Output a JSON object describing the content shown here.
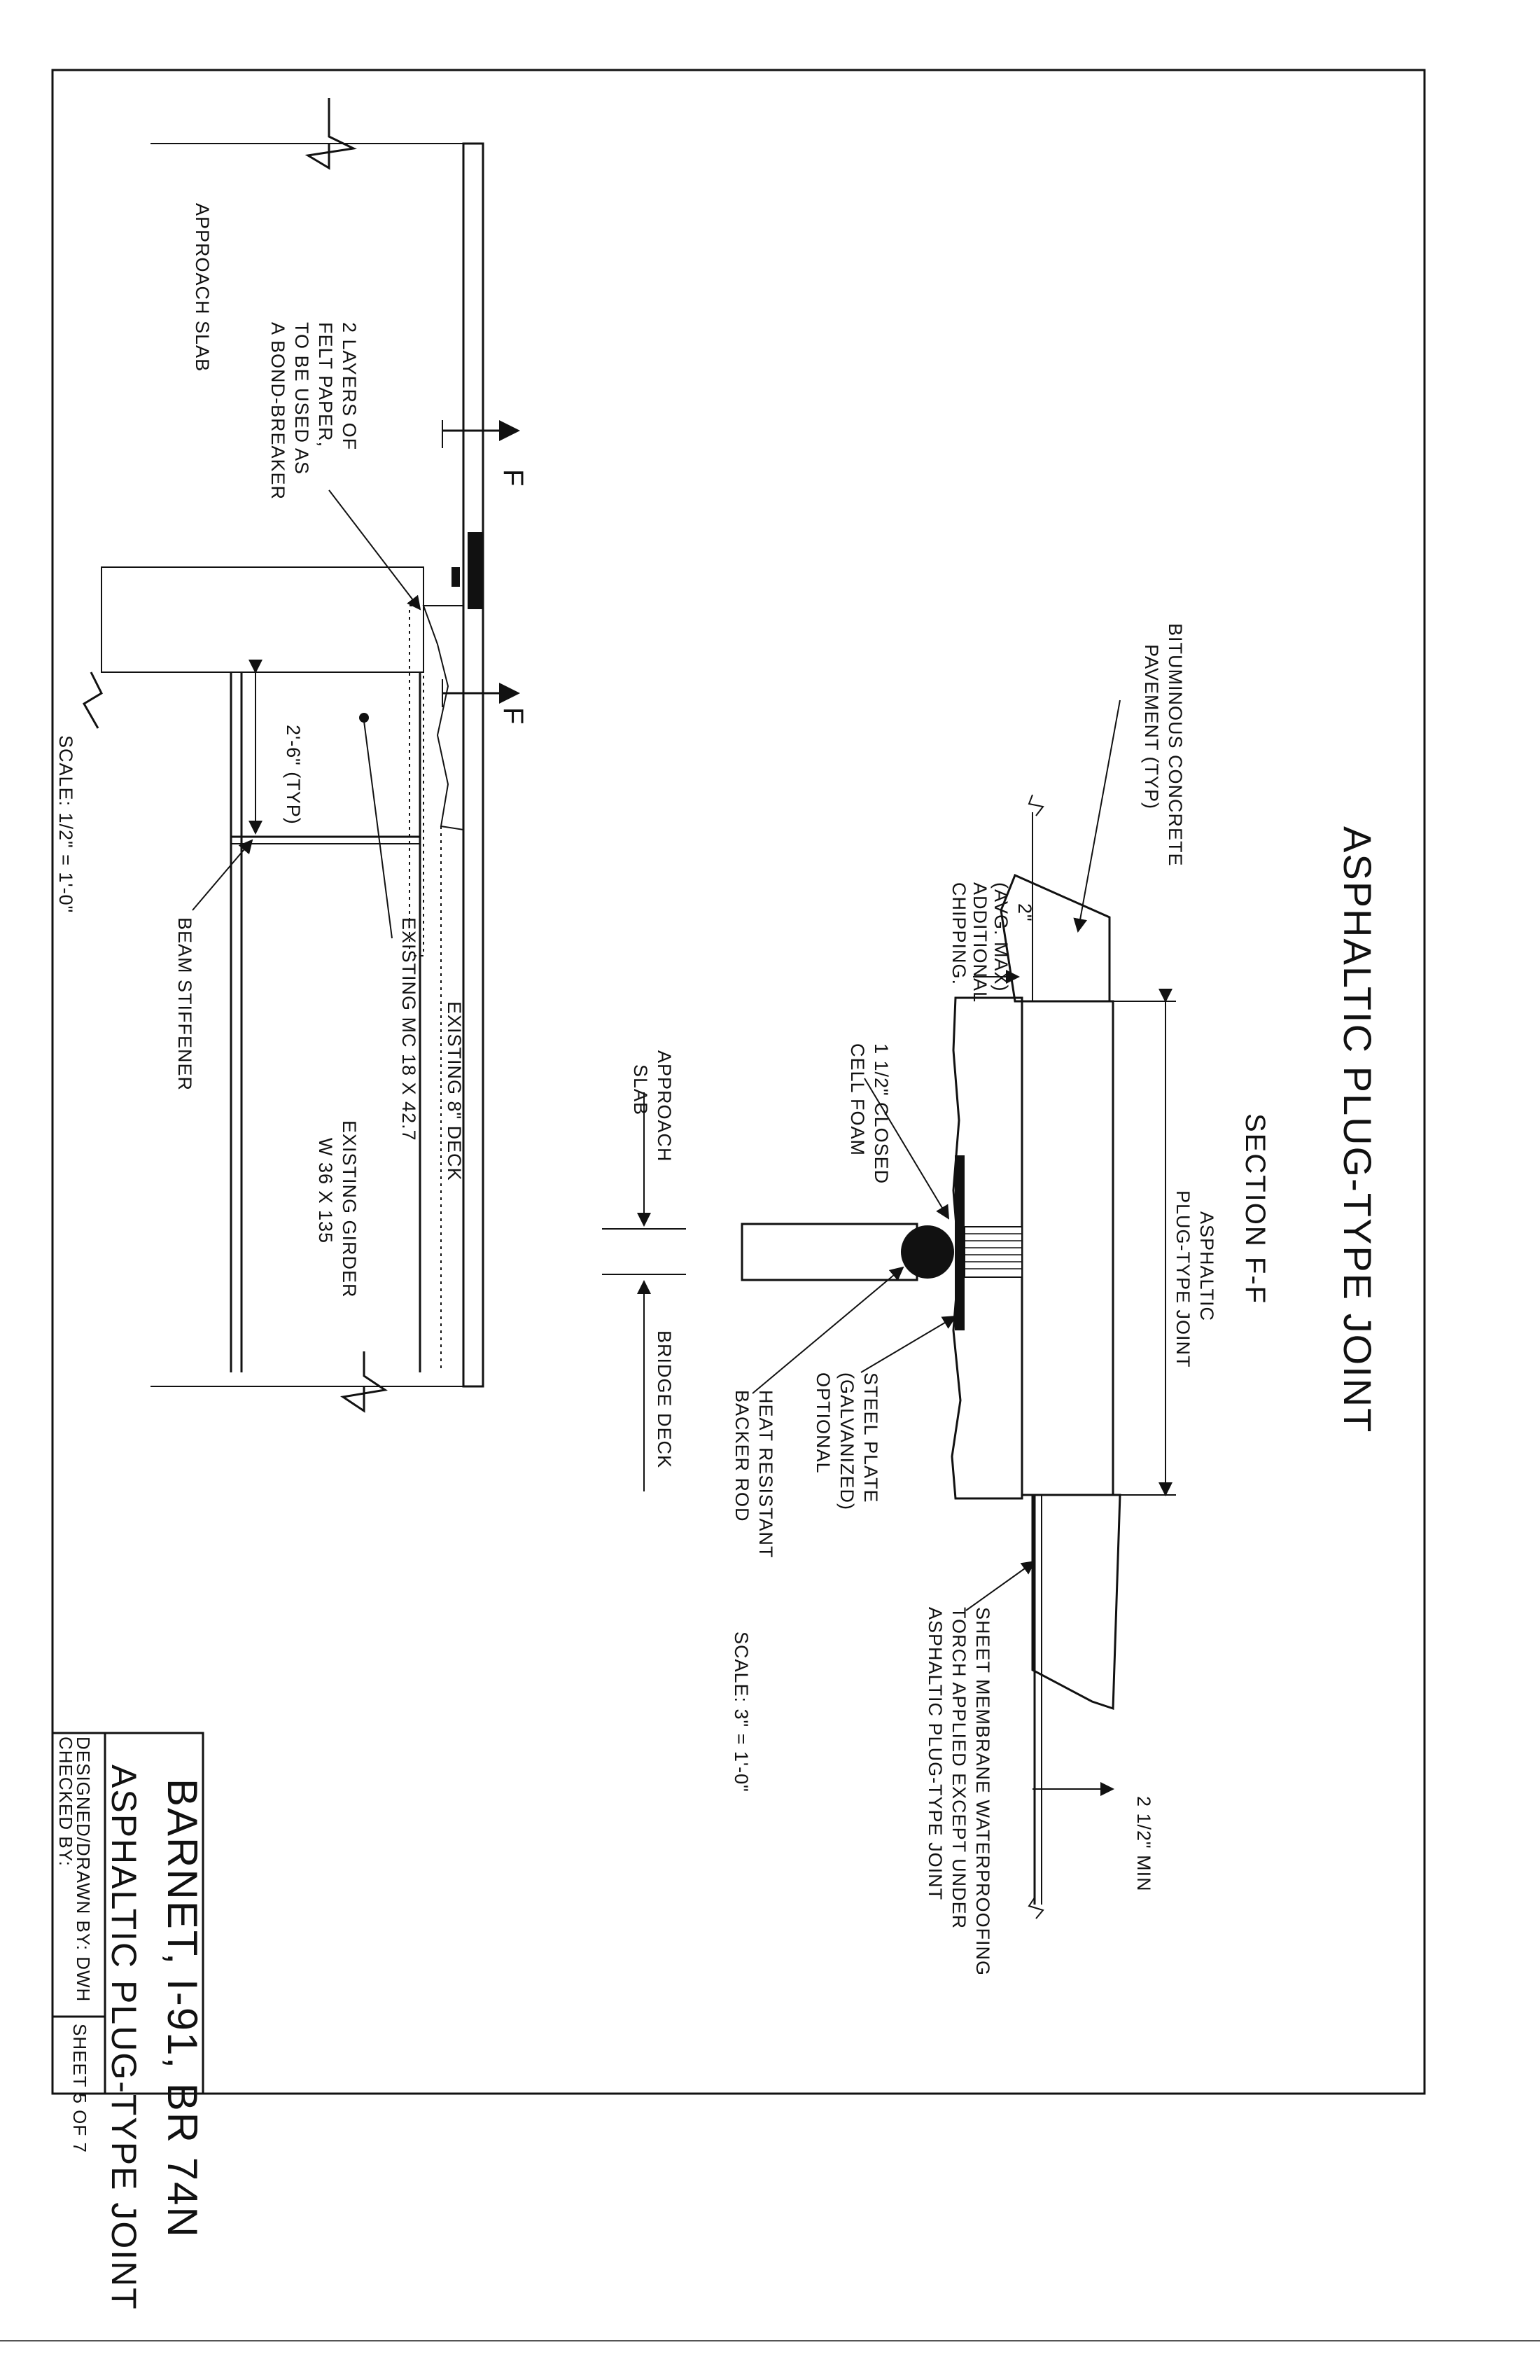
{
  "drawing": {
    "title": "ASPHALTIC PLUG-TYPE JOINT",
    "section": "SECTION F-F",
    "section_marker": "F"
  },
  "detail_right": {
    "labels": {
      "pavement": [
        "BITUMINOUS CONCRETE",
        "PAVEMENT (TYP)"
      ],
      "chipping": [
        "2\"",
        "(AVG. MAX)",
        "ADDITIONAL",
        "CHIPPING."
      ],
      "joint": [
        "ASPHALTIC",
        "PLUG-TYPE JOINT"
      ],
      "foam": [
        "1 1/2\" CLOSED",
        "CELL FOAM"
      ],
      "approach": [
        "APPROACH",
        "SLAB"
      ],
      "bridge": "BRIDGE DECK",
      "backer": [
        "HEAT RESISTANT",
        "BACKER ROD"
      ],
      "plate": [
        "STEEL PLATE",
        "(GALVANIZED)",
        "OPTIONAL"
      ],
      "membrane": [
        "SHEET MEMBRANE WATERPROOFING",
        "TORCH APPLIED EXCEPT UNDER",
        "ASPHALTIC PLUG-TYPE JOINT"
      ],
      "min": "2 1/2\" MIN"
    },
    "scale": "SCALE: 3\" = 1'-0\""
  },
  "detail_left": {
    "labels": {
      "approach_slab": "APPROACH SLAB",
      "felt": [
        "2 LAYERS OF",
        "FELT PAPER,",
        "TO BE USED AS",
        "A BOND-BREAKER"
      ],
      "typ": "2'-6\" (TYP)",
      "channel": "EXISTING MC 18 X 42.7",
      "deck": "EXISTING 8\" DECK",
      "girder": [
        "EXISTING GIRDER",
        "W 36 X 135"
      ],
      "stiffener": "BEAM STIFFENER"
    },
    "scale": "SCALE: 1/2\" = 1'-0\""
  },
  "title_block": {
    "project": "BARNET, I-91, BR 74N",
    "sheet_title": "ASPHALTIC PLUG-TYPE JOINT",
    "designed": "DESIGNED/DRAWN BY: DWH",
    "checked": "CHECKED BY:",
    "sheet_no": "SHEET 5 OF 7"
  }
}
